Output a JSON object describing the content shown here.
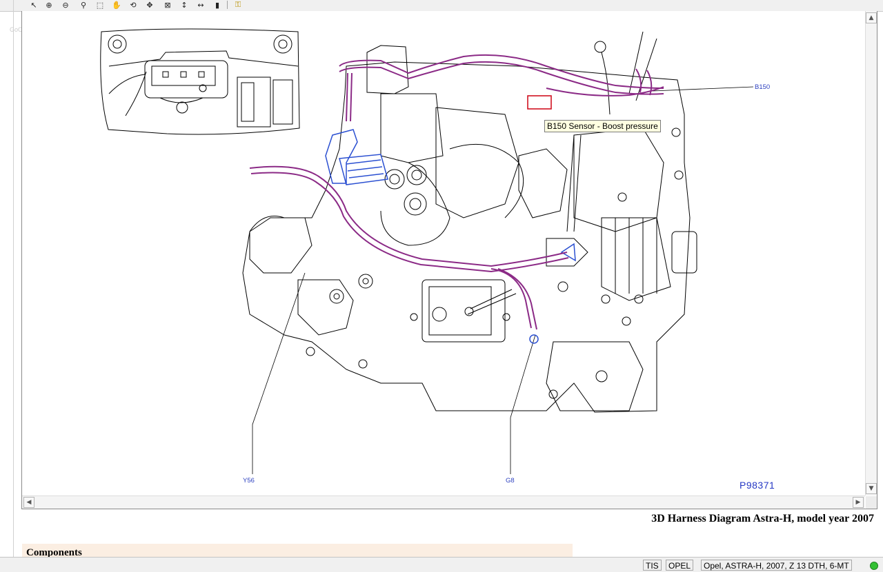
{
  "toolbar": {
    "icons": [
      "select-arrow-icon",
      "zoom-in-icon",
      "zoom-out-icon",
      "magnifier-icon",
      "zoom-window-icon",
      "pan-hand-icon",
      "rotate-icon",
      "move-icon",
      "fit-all-icon",
      "fit-height-icon",
      "fit-width-icon",
      "bar-chart-icon",
      "key-icon"
    ]
  },
  "watermark": "GoOpel.com",
  "diagram": {
    "labels": {
      "b150": "B150",
      "y56": "Y56",
      "g8": "G8"
    },
    "picture_number": "P98371",
    "tooltip": "B150 Sensor - Boost pressure",
    "colors": {
      "harness": "#8b2a86",
      "highlight_blue": "#2a4fd1",
      "selection_red": "#d01020",
      "line": "#000000"
    }
  },
  "caption": "3D Harness Diagram Astra-H, model year 2007",
  "components_heading": "Components",
  "status": {
    "app": "TIS",
    "brand": "OPEL",
    "vehicle": "Opel, ASTRA-H, 2007, Z 13 DTH, 6-MT",
    "indicator": "#33c033"
  }
}
